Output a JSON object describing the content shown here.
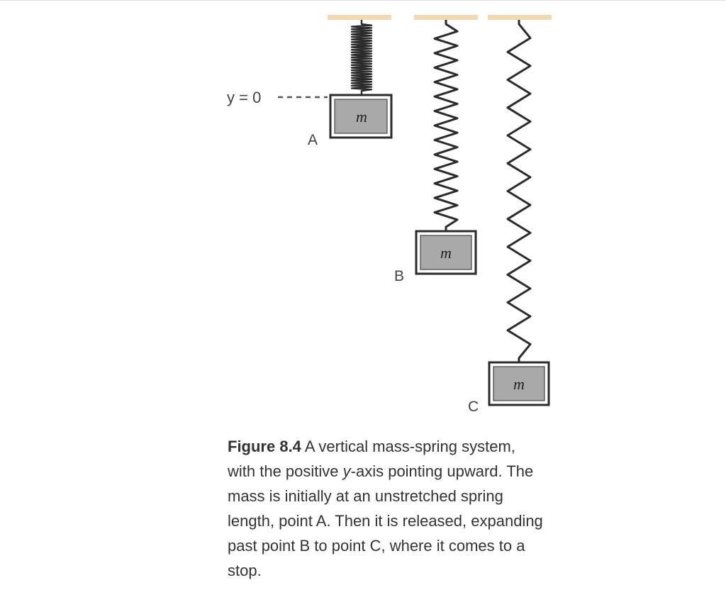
{
  "diagram": {
    "y_zero_label": "y = 0",
    "point_labels": [
      "A",
      "B",
      "C"
    ],
    "mass_label": "m",
    "colors": {
      "ceiling": "#f1d9b3",
      "spring": "#2b2b2b",
      "mass_fill": "#a9a9a9",
      "mass_border": "#2b2b2b",
      "dashed_line": "#555555"
    }
  },
  "caption": {
    "figure_label": "Figure 8.4",
    "text_part1": " A vertical mass-spring system, with the positive ",
    "text_italic": "y",
    "text_part2": "-axis pointing upward. The mass is initially at an unstretched spring length, point A. Then it is released, expanding past point B to point C, where it comes to a stop."
  }
}
